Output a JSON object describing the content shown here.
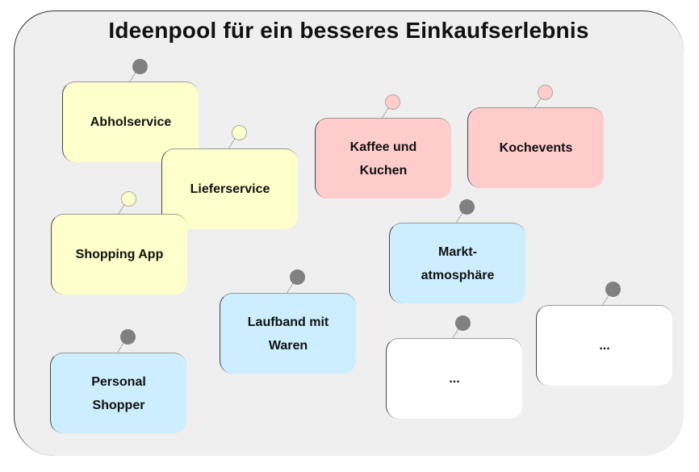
{
  "title": "Ideenpool für ein besseres Einkaufserlebnis",
  "colors": {
    "pool_background": "#efefef",
    "yellow_note": "#ffffcc",
    "red_note": "#ffcccc",
    "blue_note": "#cceeff",
    "white_note": "#ffffff",
    "dark_pin": "#808080"
  },
  "notes": [
    {
      "id": "abholservice",
      "label": "Abholservice",
      "color": "yellow",
      "pin": "dark"
    },
    {
      "id": "lieferservice",
      "label": "Lieferservice",
      "color": "yellow",
      "pin": "yellow"
    },
    {
      "id": "shopping-app",
      "label": "Shopping App",
      "color": "yellow",
      "pin": "yellow"
    },
    {
      "id": "kaffee-und-kuchen",
      "label": "Kaffee und Kuchen",
      "color": "red",
      "pin": "red"
    },
    {
      "id": "kochevents",
      "label": "Kochevents",
      "color": "red",
      "pin": "red"
    },
    {
      "id": "marktatmosphaere",
      "label": "Markt-atmosphäre",
      "color": "blue",
      "pin": "dark"
    },
    {
      "id": "laufband-mit-waren",
      "label": "Laufband mit Waren",
      "color": "blue",
      "pin": "dark"
    },
    {
      "id": "personal-shopper",
      "label": "Personal Shopper",
      "color": "blue",
      "pin": "dark"
    },
    {
      "id": "placeholder-1",
      "label": "...",
      "color": "white",
      "pin": "dark"
    },
    {
      "id": "placeholder-2",
      "label": "...",
      "color": "white",
      "pin": "dark"
    }
  ]
}
